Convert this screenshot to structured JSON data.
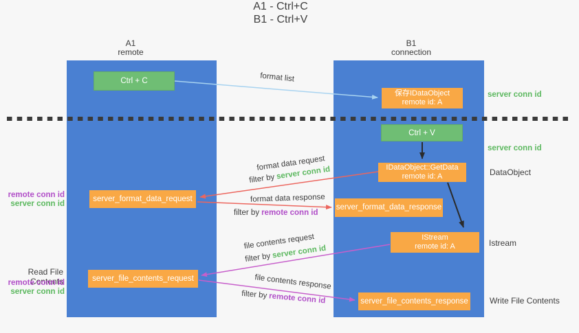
{
  "title": {
    "line1": "A1 - Ctrl+C",
    "line2": "B1 - Ctrl+V"
  },
  "lanes": {
    "left": {
      "title": "A1",
      "subtitle": "remote"
    },
    "right": {
      "title": "B1",
      "subtitle": "connection"
    }
  },
  "nodes": {
    "ctrl_c": {
      "label": "Ctrl + C"
    },
    "ctrl_v": {
      "label": "Ctrl + V"
    },
    "save_idataobject": {
      "line1": "保存IDataObject",
      "line2": "remote id: A"
    },
    "getdata": {
      "line1": "IDataObject::GetData",
      "line2": "remote id: A"
    },
    "istream": {
      "line1": "IStream",
      "line2": "remote id: A"
    },
    "server_format_data_request": {
      "label": "server_format_data_request"
    },
    "server_format_data_response": {
      "label": "server_format_data_response"
    },
    "server_file_contents_request": {
      "label": "server_file_contents_request"
    },
    "server_file_contents_response": {
      "label": "server_file_contents_response"
    }
  },
  "flow_labels": {
    "format_list": "format list",
    "format_data_request": "format data request",
    "format_data_response": "format data response",
    "file_contents_request": "file contents request",
    "file_contents_response": "file contents response",
    "filter_by": "filter by",
    "server_conn_id": "server conn id",
    "remote_conn_id": "remote conn id"
  },
  "side_labels": {
    "server_conn_id_top": "server conn id",
    "server_conn_id_middle": "server conn id",
    "dataobject": "DataObject",
    "istream": "Istream",
    "write_file_contents": "Write File Contents",
    "read_file_contents": "Read File Contents",
    "request_remote_conn_id": "remote conn id",
    "request_server_conn_id": "server conn id",
    "file_remote_conn_id": "remote conn id",
    "file_server_conn_id": "server conn id"
  },
  "colors": {
    "background": "#f7f7f7",
    "lane_blue": "#4a80d2",
    "node_orange": "#f9a845",
    "node_green": "#6fbe74",
    "arrow_blue": "#a8d3f0",
    "arrow_red": "#ec665e",
    "arrow_purple": "#c75fcb",
    "arrow_black": "#2b2b2b",
    "dotted_line": "#3a3a3a",
    "text_green": "#5cb85f",
    "text_purple": "#b14fc8",
    "text_dark": "#3c3c3c"
  }
}
